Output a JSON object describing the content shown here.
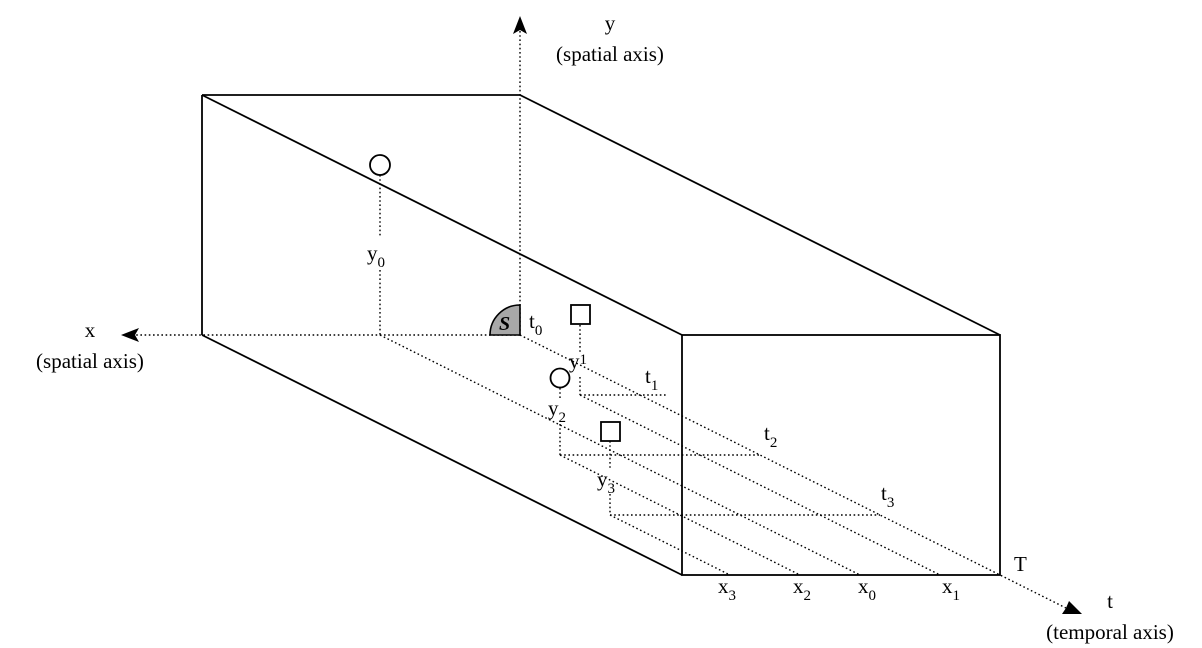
{
  "axes": {
    "x": {
      "name": "x",
      "description": "(spatial axis)"
    },
    "y": {
      "name": "y",
      "description": "(spatial axis)"
    },
    "t": {
      "name": "t",
      "description": "(temporal axis)"
    }
  },
  "origin_symbol": "S",
  "end_time_label": "T",
  "labels": {
    "y0": {
      "base": "y",
      "sub": "0"
    },
    "y1": {
      "base": "y",
      "sub": "1"
    },
    "y2": {
      "base": "y",
      "sub": "2"
    },
    "y3": {
      "base": "y",
      "sub": "3"
    },
    "t0": {
      "base": "t",
      "sub": "0"
    },
    "t1": {
      "base": "t",
      "sub": "1"
    },
    "t2": {
      "base": "t",
      "sub": "2"
    },
    "t3": {
      "base": "t",
      "sub": "3"
    },
    "x0": {
      "base": "x",
      "sub": "0"
    },
    "x1": {
      "base": "x",
      "sub": "1"
    },
    "x2": {
      "base": "x",
      "sub": "2"
    },
    "x3": {
      "base": "x",
      "sub": "3"
    }
  },
  "colors": {
    "origin_fill": "#a8a8a8",
    "line": "#000000"
  }
}
